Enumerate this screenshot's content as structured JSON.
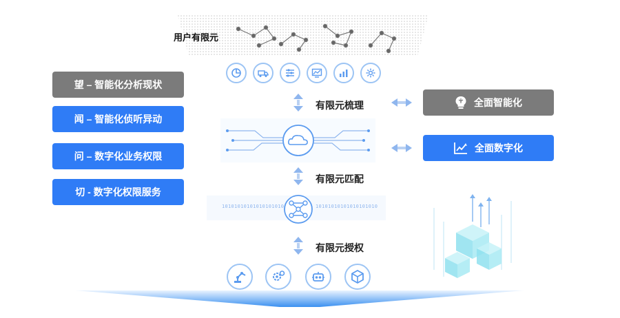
{
  "top": {
    "label": "用户有限元"
  },
  "left_buttons": [
    {
      "label": "望 – 智能化分析现状",
      "color": "#7b7b7b"
    },
    {
      "label": "闻 – 智能化侦听异动",
      "color": "#2f7cf6"
    },
    {
      "label": "问 – 数字化业务权限",
      "color": "#2f7cf6"
    },
    {
      "label": "切 - 数字化权限服务",
      "color": "#2f7cf6"
    }
  ],
  "right_buttons": [
    {
      "label": "全面智能化",
      "icon": "brain-bulb-icon",
      "color": "#7b7b7b"
    },
    {
      "label": "全面数字化",
      "icon": "growth-chart-icon",
      "color": "#2f7cf6"
    }
  ],
  "steps": [
    {
      "label": "有限元梳理"
    },
    {
      "label": "有限元匹配"
    },
    {
      "label": "有限元授权"
    }
  ],
  "binary_text": "10101010101010101010",
  "top_icons": [
    "pie-chart-icon",
    "truck-icon",
    "flow-icon",
    "dashboard-icon",
    "bar-chart-icon",
    "gear-icon"
  ],
  "bottom_icons": [
    "robot-arm-icon",
    "gears-icon",
    "robot-head-icon",
    "cube-icon"
  ],
  "colors": {
    "accent": "#2f7cf6",
    "gray": "#7b7b7b",
    "icon_ring": "#9cc4f4"
  }
}
